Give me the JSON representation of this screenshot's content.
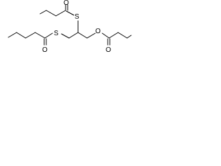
{
  "structure": {
    "atoms": {
      "S_top": "S",
      "O_top_carbonyl": "O",
      "S_left": "S",
      "O_left_carbonyl": "O",
      "O_ester": "O",
      "O_right_carbonyl": "O"
    },
    "colors": {
      "bond": "#000000",
      "label": "#000000",
      "background": "#ffffff"
    }
  }
}
